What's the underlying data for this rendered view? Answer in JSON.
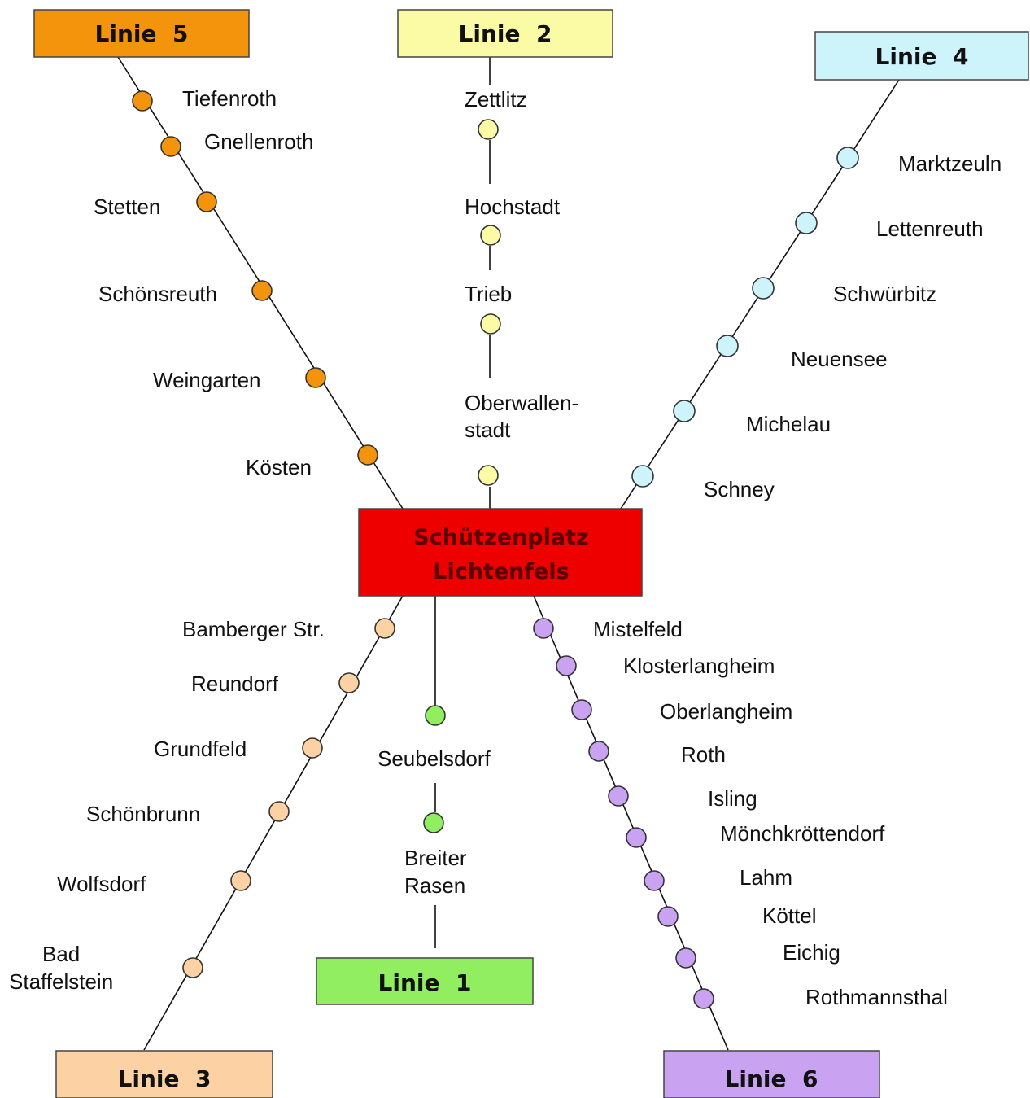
{
  "hub": {
    "line1": "Schützenplatz",
    "line2": "Lichtenfels",
    "color": "#ee0000"
  },
  "lines": {
    "l1": {
      "name": "Linie  1",
      "color": "#90ee60",
      "stations": [
        "Seubelsdorf",
        "Breiter",
        "Rasen"
      ]
    },
    "l2": {
      "name": "Linie  2",
      "color": "#fbfba6",
      "stations": [
        "Zettlitz",
        "Hochstadt",
        "Trieb",
        "Oberwallen-",
        "stadt"
      ]
    },
    "l3": {
      "name": "Linie  3",
      "color": "#fcd2a4",
      "stations": [
        "Bamberger Str.",
        "Reundorf",
        "Grundfeld",
        "Schönbrunn",
        "Wolfsdorf",
        "Bad",
        "Staffelstein"
      ]
    },
    "l4": {
      "name": "Linie  4",
      "color": "#ccf4fa",
      "stations": [
        "Marktzeuln",
        "Lettenreuth",
        "Schwürbitz",
        "Neuensee",
        "Michelau",
        "Schney"
      ]
    },
    "l5": {
      "name": "Linie  5",
      "color": "#f4940c",
      "stations": [
        "Tiefenroth",
        "Gnellenroth",
        "Stetten",
        "Schönsreuth",
        "Weingarten",
        "Kösten"
      ]
    },
    "l6": {
      "name": "Linie  6",
      "color": "#c9a2f1",
      "stations": [
        "Mistelfeld",
        "Klosterlangheim",
        "Oberlangheim",
        "Roth",
        "Isling",
        "Mönchkröttendorf",
        "Lahm",
        "Köttel",
        "Eichig",
        "Rothmannsthal"
      ]
    }
  }
}
